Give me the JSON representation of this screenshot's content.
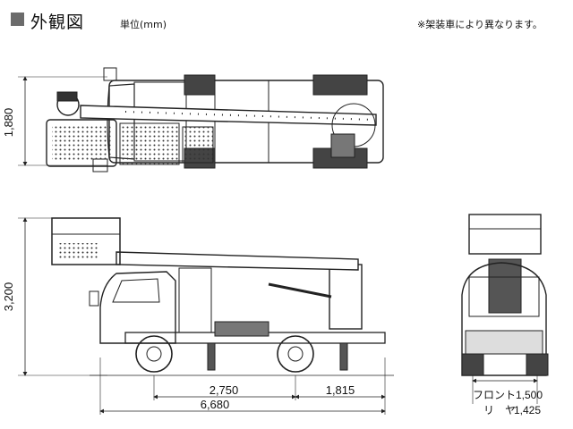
{
  "header": {
    "title": "外観図",
    "unit": "単位(mm)",
    "note": "※架装車により異なります。"
  },
  "dimensions": {
    "top_view_width": "1,880",
    "side_height": "3,200",
    "wheelbase": "2,750",
    "rear_overhang": "1,815",
    "overall_length": "6,680",
    "front_tread": "フロント1,500",
    "rear_tread_label": "リ　ヤ",
    "rear_tread_value": "1,425"
  }
}
